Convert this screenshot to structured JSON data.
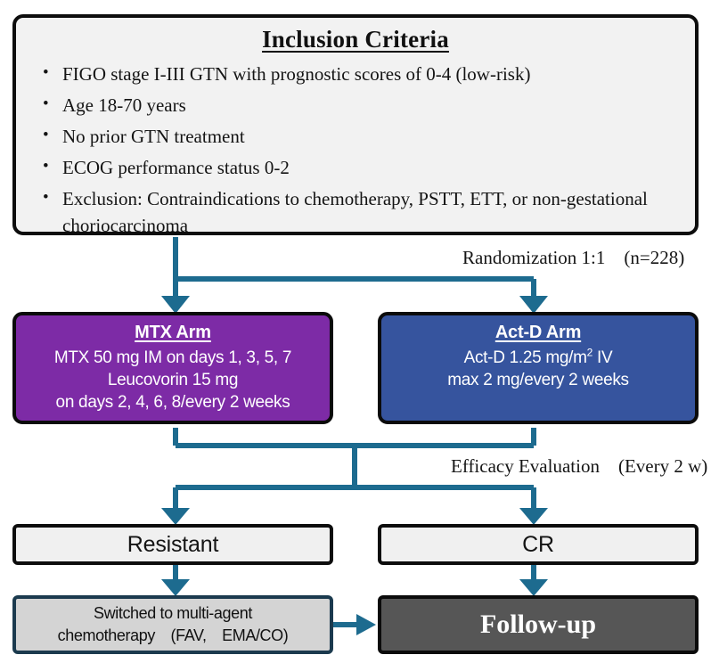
{
  "inclusion": {
    "title": "Inclusion Criteria",
    "criteria": [
      "FIGO stage I-III GTN with prognostic scores of 0-4 (low-risk)",
      "Age 18-70 years",
      "No prior GTN treatment",
      "ECOG performance status 0-2",
      "Exclusion: Contraindications to chemotherapy, PSTT, ETT, or non-gestational choriocarcinoma"
    ]
  },
  "labels": {
    "randomization": "Randomization 1:1 (n=228)",
    "efficacy": "Efficacy Evaluation (Every 2 w)"
  },
  "arms": {
    "mtx": {
      "title": "MTX Arm",
      "line1": "MTX 50 mg IM on days 1, 3, 5, 7",
      "line2": "Leucovorin 15 mg",
      "line3": "on days 2, 4, 6, 8/every 2 weeks",
      "color": "#7d2ba6"
    },
    "actd": {
      "title": "Act-D Arm",
      "line1_pre": "Act-D 1.25 mg/m",
      "line1_sup": "2",
      "line1_post": " IV",
      "line2": "max 2 mg/every 2 weeks",
      "color": "#36549e"
    }
  },
  "outcomes": {
    "resistant": "Resistant",
    "cr": "CR"
  },
  "bottom": {
    "switched_line1": "Switched to multi-agent",
    "switched_line2": "chemotherapy (FAV, EMA/CO)",
    "followup": "Follow-up"
  },
  "theme": {
    "connector_color": "#1d6b8f",
    "box_border": "#0d0d0d",
    "light_fill": "#f0f0f0",
    "gray_fill": "#d4d4d4",
    "dark_fill": "#565656"
  }
}
